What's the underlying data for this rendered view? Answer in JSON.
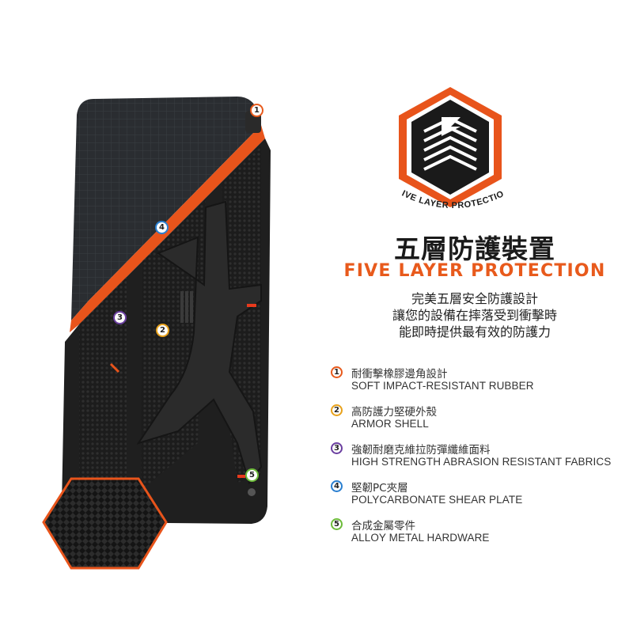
{
  "colors": {
    "accent": "#e85a1c",
    "badge_1": "#e85a1c",
    "badge_2": "#e8a21c",
    "badge_3": "#6b3fa0",
    "badge_4": "#2a7fd0",
    "badge_5": "#6dbb3a"
  },
  "logo": {
    "caption": "FIVE LAYER PROTECTION"
  },
  "heading": {
    "title_cn": "五層防護裝置",
    "title_en": "FIVE LAYER PROTECTION"
  },
  "description": [
    "完美五層安全防護設計",
    "讓您的設備在摔落受到衝擊時",
    "能即時提供最有效的防護力"
  ],
  "features": [
    {
      "num": "1",
      "cn": "耐衝擊橡膠邊角設計",
      "en": "SOFT IMPACT-RESISTANT RUBBER"
    },
    {
      "num": "2",
      "cn": "高防護力堅硬外殼",
      "en": "ARMOR SHELL"
    },
    {
      "num": "3",
      "cn": "強韌耐磨克維拉防彈纖維面料",
      "en": "HIGH STRENGTH ABRASION RESISTANT FABRICS"
    },
    {
      "num": "4",
      "cn": "堅韌PC夾層",
      "en": "POLYCARBONATE SHEAR PLATE"
    },
    {
      "num": "5",
      "cn": "合成金屬零件",
      "en": "ALLOY METAL HARDWARE"
    }
  ],
  "markers": [
    "1",
    "2",
    "3",
    "4",
    "5"
  ]
}
